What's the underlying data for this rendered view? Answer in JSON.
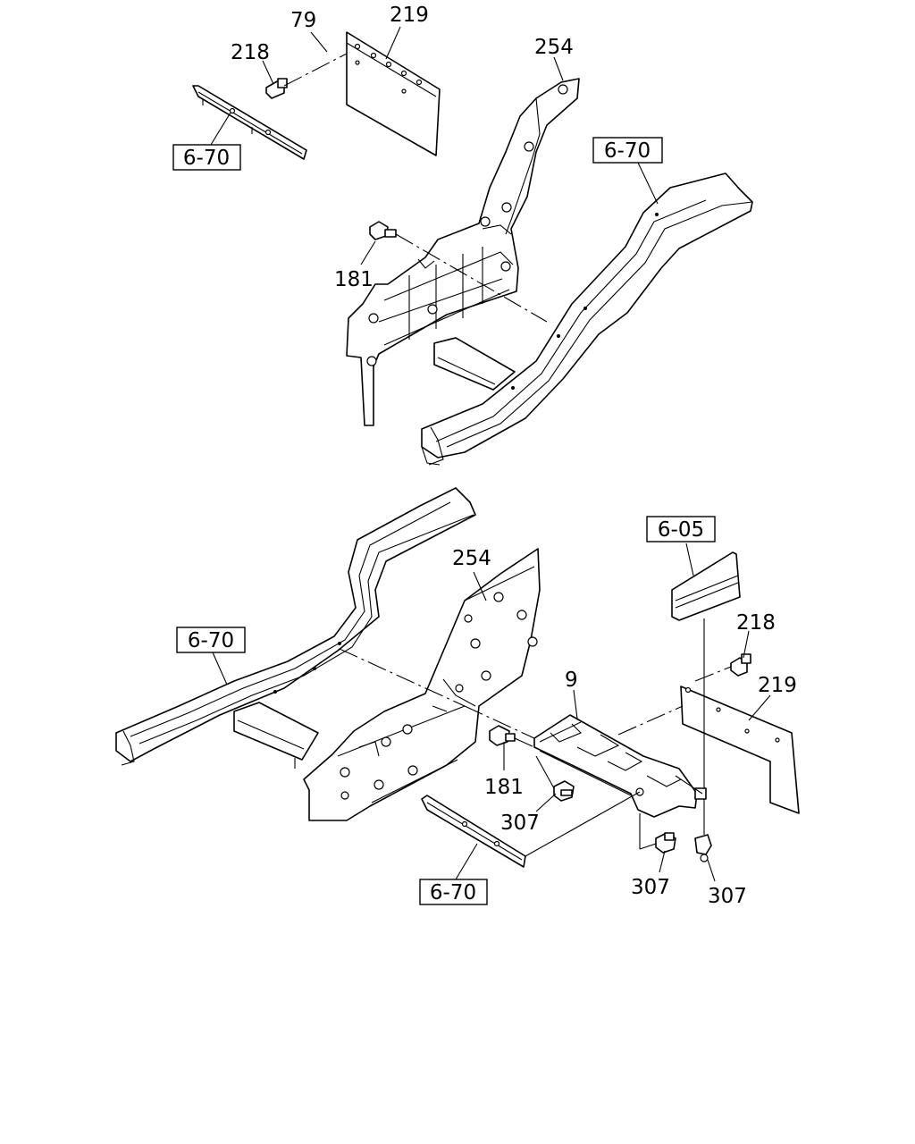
{
  "labels": {
    "top_79": "79",
    "top_219": "219",
    "top_218": "218",
    "top_254": "254",
    "top_181": "181",
    "bottom_254": "254",
    "bottom_218": "218",
    "bottom_219": "219",
    "bottom_9": "9",
    "bottom_181": "181",
    "bottom_307_a": "307",
    "bottom_307_b": "307",
    "bottom_307_c": "307"
  },
  "references": {
    "top_left": "6-70",
    "top_right": "6-70",
    "bottom_left": "6-70",
    "bottom_right": "6-05",
    "bottom_center": "6-70"
  }
}
